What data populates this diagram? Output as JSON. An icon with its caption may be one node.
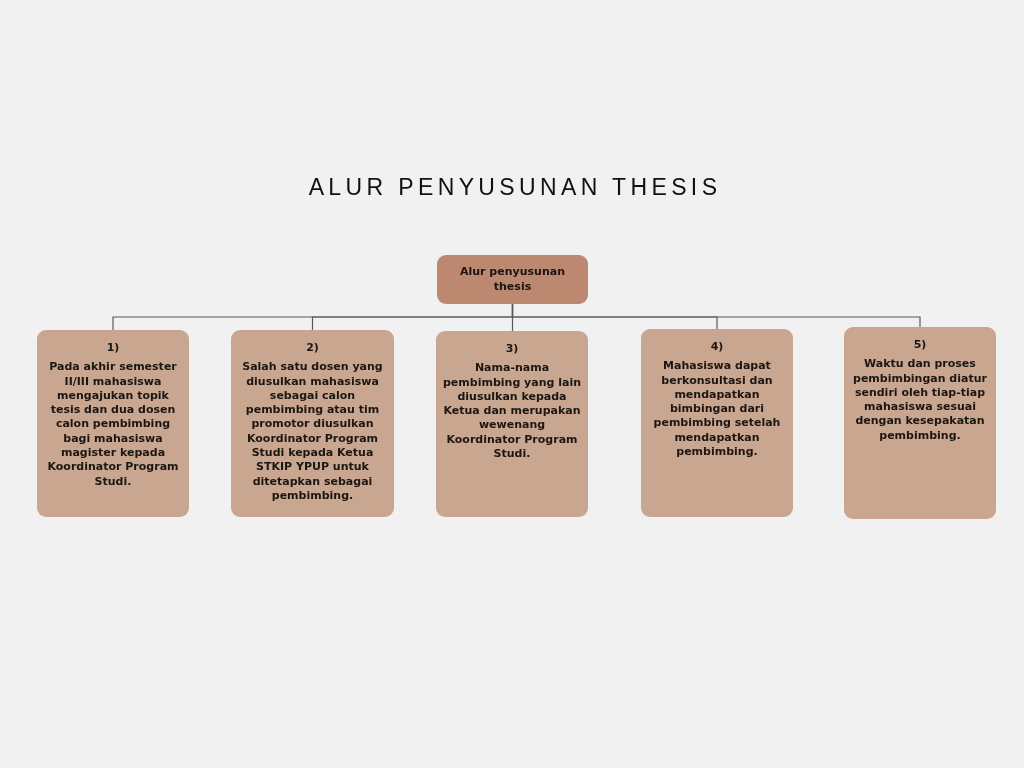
{
  "diagram": {
    "title": "ALUR PENYUSUNAN THESIS",
    "nodes": [
      {
        "text": [
          "Alur penyusunan thesis"
        ]
      },
      {
        "text": [
          "1)",
          "Pada akhir semester II/III mahasiswa mengajukan topik tesis dan dua dosen calon pembimbing bagi mahasiswa magister kepada Koordinator Program Studi."
        ]
      },
      {
        "text": [
          "2)",
          "Salah satu dosen yang diusulkan mahasiswa sebagai calon pembimbing atau tim promotor diusulkan Koordinator Program Studi kepada Ketua STKIP YPUP untuk ditetapkan sebagai pembimbing."
        ]
      },
      {
        "text": [
          "3)",
          "Nama-nama pembimbing yang lain diusulkan kepada Ketua dan merupakan wewenang Koordinator Program Studi."
        ]
      },
      {
        "text": [
          "4)",
          "Mahasiswa dapat berkonsultasi dan mendapatkan bimbingan dari pembimbing setelah mendapatkan pembimbing."
        ]
      },
      {
        "text": [
          "5)",
          "Waktu dan proses pembimbingan diatur sendiri oleh tiap-tiap mahasiswa sesuai dengan kesepakatan pembimbing."
        ]
      }
    ],
    "edges": [
      {
        "from": 0,
        "to": 1,
        "arrow": "none"
      },
      {
        "from": 0,
        "to": 2,
        "arrow": "none"
      },
      {
        "from": 0,
        "to": 3,
        "arrow": "none"
      },
      {
        "from": 0,
        "to": 4,
        "arrow": "none"
      },
      {
        "from": 0,
        "to": 5,
        "arrow": "none"
      }
    ]
  }
}
